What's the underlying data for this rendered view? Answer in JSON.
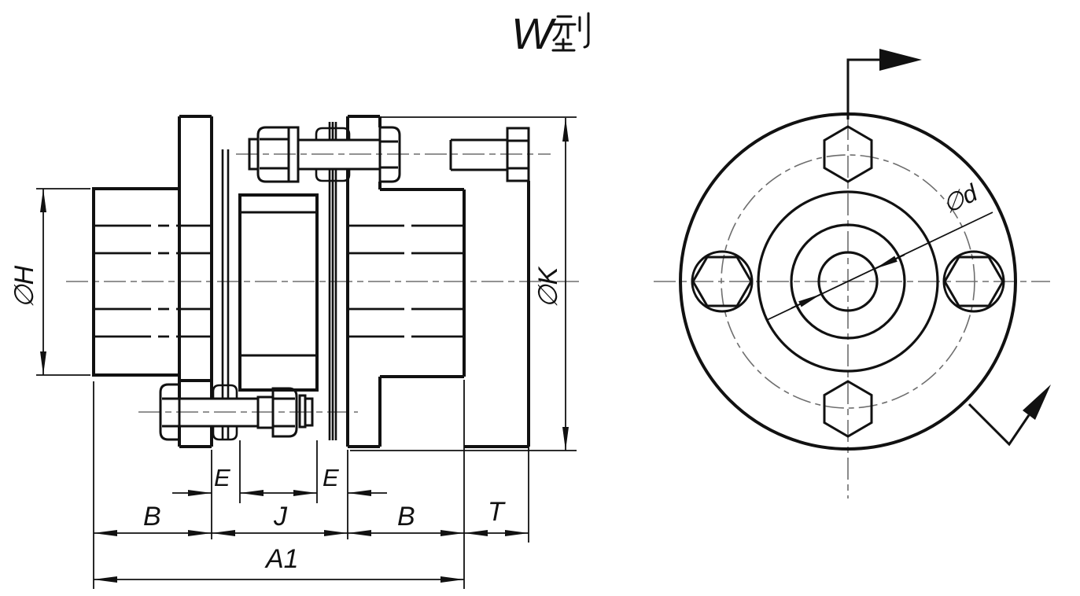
{
  "title": {
    "full": "W型",
    "latin": "W",
    "kanji": "型"
  },
  "front_view": {
    "labels": {
      "phi_h": "∅H",
      "phi_k": "∅K",
      "e_left": "E",
      "e_right": "E",
      "b_left": "B",
      "j": "J",
      "b_right": "B",
      "t": "T",
      "a1": "A1"
    }
  },
  "end_view": {
    "labels": {
      "phi_d": "∅d"
    },
    "bolt_count": 4
  },
  "colors": {
    "line": "#111111",
    "centerline": "#6e6e6e",
    "background": "#ffffff"
  }
}
